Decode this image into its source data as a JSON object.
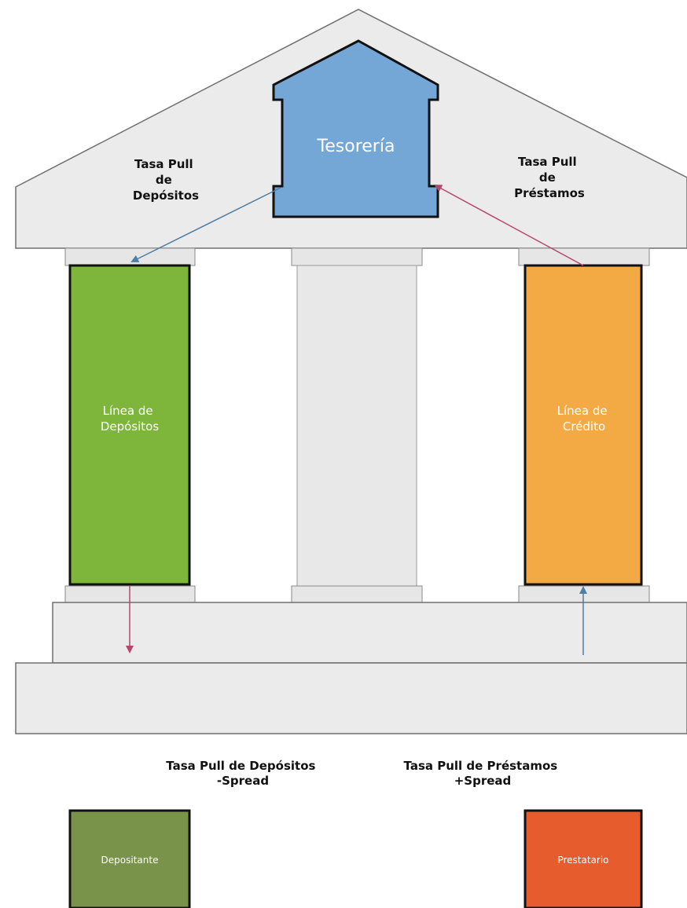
{
  "treasury": {
    "label": "Tesorería"
  },
  "deposit_rate_label": {
    "line1": "Tasa Pull",
    "line2": "de",
    "line3": "Depósitos"
  },
  "loan_rate_label": {
    "line1": "Tasa Pull",
    "line2": "de",
    "line3": "Préstamos"
  },
  "deposit_line": {
    "line1": "Línea de",
    "line2": "Depósitos"
  },
  "credit_line": {
    "line1": "Línea de",
    "line2": "Crédito"
  },
  "depositor_rate": {
    "line1": "Tasa Pull de Depósitos",
    "line2": "-Spread"
  },
  "borrower_rate": {
    "line1": "Tasa Pull de Préstamos",
    "line2": "+Spread"
  },
  "depositor": {
    "label": "Depositante"
  },
  "borrower": {
    "label": "Prestatario"
  },
  "colors": {
    "building": "#ebebeb",
    "treasury": "#75a7d6",
    "deposit_column": "#7db63b",
    "credit_column": "#f3aa45",
    "depositor_box": "#7a934a",
    "borrower_box": "#e65c2c",
    "arrow_blue": "#4f7ea5",
    "arrow_red": "#b8466a"
  }
}
